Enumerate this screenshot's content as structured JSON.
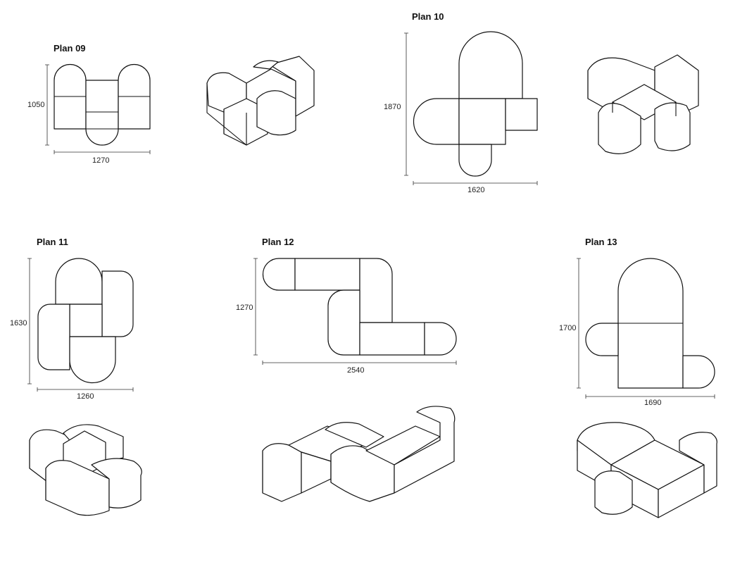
{
  "plans": [
    {
      "title": "Plan 09",
      "height": "1050",
      "width": "1270"
    },
    {
      "title": "Plan 10",
      "height": "1870",
      "width": "1620"
    },
    {
      "title": "Plan 11",
      "height": "1630",
      "width": "1260"
    },
    {
      "title": "Plan 12",
      "height": "1270",
      "width": "2540"
    },
    {
      "title": "Plan 13",
      "height": "1700",
      "width": "1690"
    }
  ]
}
